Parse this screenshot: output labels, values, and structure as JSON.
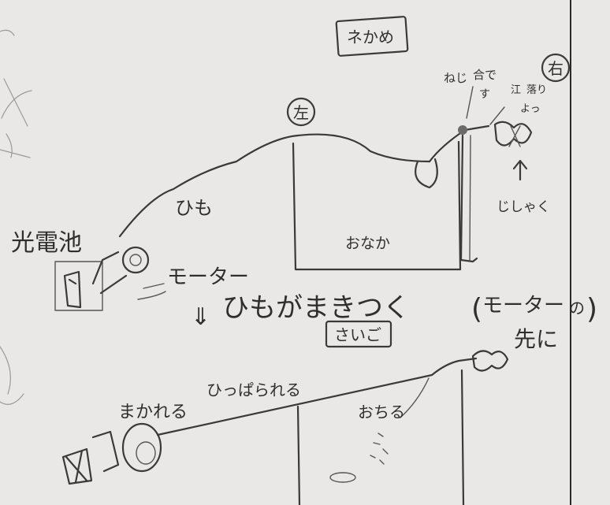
{
  "labels": {
    "title_box": "ネかめ",
    "left_marker": "左",
    "right_marker": "右",
    "hook_note": "ねじ",
    "hook_note_2": "合で",
    "hook_note_3": "す",
    "clip_note": "江",
    "clip_note_2": "落り",
    "clip_note_3": "よっ",
    "magnet": "じしゃく",
    "solar_cell": "光電池",
    "string": "ひも",
    "motor": "モーター",
    "stomach": "おなか",
    "instruction": "ひもがまきつく",
    "paren_open": "(",
    "paren_motor": "モーター",
    "paren_no": "の",
    "paren_close": ")",
    "tip": "先に",
    "final_box": "さいご",
    "wound": "まかれる",
    "pulled": "ひっぱられる",
    "falls": "おちる"
  },
  "colors": {
    "paper": "#e9e8e6",
    "pencil": "#3a3a3a"
  }
}
